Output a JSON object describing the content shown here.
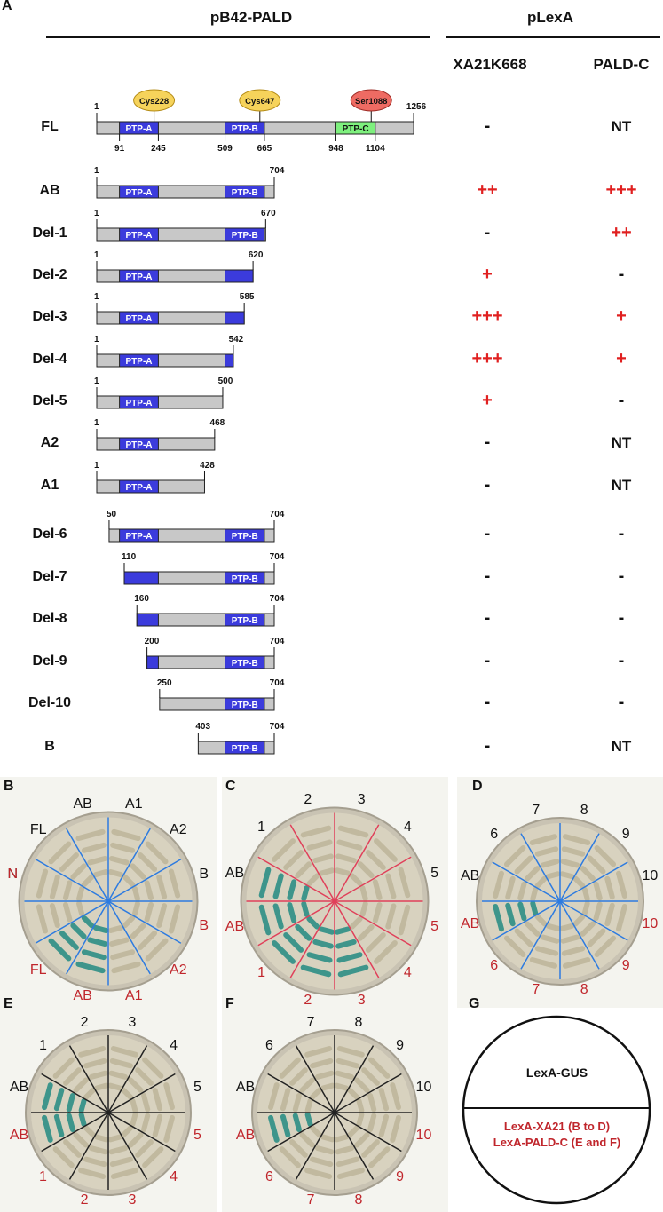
{
  "panel_a": {
    "letter": "A",
    "header_left": "pB42-PALD",
    "header_right": "pLexA",
    "col1": "XA21K668",
    "col2": "PALD-C",
    "features": {
      "cys1": "Cys228",
      "cys2": "Cys647",
      "ser": "Ser1088"
    },
    "colors": {
      "positive": "#e02020",
      "negative": "#111111",
      "domain_blue": "#3b3bdc",
      "domain_green": "#7ef07e",
      "bar_gray": "#c8c8c8"
    },
    "rows": [
      {
        "name": "FL",
        "start": 1,
        "end": 1256,
        "domains": [
          {
            "from": 91,
            "to": 245,
            "label": "PTP-A",
            "color": "blue"
          },
          {
            "from": 509,
            "to": 665,
            "label": "PTP-B",
            "color": "blue"
          },
          {
            "from": 948,
            "to": 1104,
            "label": "PTP-C",
            "color": "green"
          }
        ],
        "xa21": "-",
        "paldc": "NT"
      },
      {
        "name": "AB",
        "start": 1,
        "end": 704,
        "domains": [
          {
            "from": 91,
            "to": 245,
            "label": "PTP-A",
            "color": "blue"
          },
          {
            "from": 509,
            "to": 665,
            "label": "PTP-B",
            "color": "blue"
          }
        ],
        "xa21": "++",
        "paldc": "+++"
      },
      {
        "name": "Del-1",
        "start": 1,
        "end": 670,
        "domains": [
          {
            "from": 91,
            "to": 245,
            "label": "PTP-A",
            "color": "blue"
          },
          {
            "from": 509,
            "to": 665,
            "label": "PTP-B",
            "color": "blue"
          }
        ],
        "xa21": "-",
        "paldc": "++"
      },
      {
        "name": "Del-2",
        "start": 1,
        "end": 620,
        "domains": [
          {
            "from": 91,
            "to": 245,
            "label": "PTP-A",
            "color": "blue"
          },
          {
            "from": 509,
            "to": 620,
            "label": "",
            "color": "blue"
          }
        ],
        "xa21": "+",
        "paldc": "-"
      },
      {
        "name": "Del-3",
        "start": 1,
        "end": 585,
        "domains": [
          {
            "from": 91,
            "to": 245,
            "label": "PTP-A",
            "color": "blue"
          },
          {
            "from": 509,
            "to": 585,
            "label": "",
            "color": "blue"
          }
        ],
        "xa21": "+++",
        "paldc": "+"
      },
      {
        "name": "Del-4",
        "start": 1,
        "end": 542,
        "domains": [
          {
            "from": 91,
            "to": 245,
            "label": "PTP-A",
            "color": "blue"
          },
          {
            "from": 509,
            "to": 542,
            "label": "",
            "color": "blue"
          }
        ],
        "xa21": "+++",
        "paldc": "+"
      },
      {
        "name": "Del-5",
        "start": 1,
        "end": 500,
        "domains": [
          {
            "from": 91,
            "to": 245,
            "label": "PTP-A",
            "color": "blue"
          }
        ],
        "xa21": "+",
        "paldc": "-"
      },
      {
        "name": "A2",
        "start": 1,
        "end": 468,
        "domains": [
          {
            "from": 91,
            "to": 245,
            "label": "PTP-A",
            "color": "blue"
          }
        ],
        "xa21": "-",
        "paldc": "NT"
      },
      {
        "name": "A1",
        "start": 1,
        "end": 428,
        "domains": [
          {
            "from": 91,
            "to": 245,
            "label": "PTP-A",
            "color": "blue"
          }
        ],
        "xa21": "-",
        "paldc": "NT"
      },
      {
        "name": "Del-6",
        "start": 50,
        "end": 704,
        "domains": [
          {
            "from": 91,
            "to": 245,
            "label": "PTP-A",
            "color": "blue"
          },
          {
            "from": 509,
            "to": 665,
            "label": "PTP-B",
            "color": "blue"
          }
        ],
        "xa21": "-",
        "paldc": "-"
      },
      {
        "name": "Del-7",
        "start": 110,
        "end": 704,
        "domains": [
          {
            "from": 110,
            "to": 245,
            "label": "",
            "color": "blue"
          },
          {
            "from": 509,
            "to": 665,
            "label": "PTP-B",
            "color": "blue"
          }
        ],
        "xa21": "-",
        "paldc": "-"
      },
      {
        "name": "Del-8",
        "start": 160,
        "end": 704,
        "domains": [
          {
            "from": 160,
            "to": 245,
            "label": "",
            "color": "blue"
          },
          {
            "from": 509,
            "to": 665,
            "label": "PTP-B",
            "color": "blue"
          }
        ],
        "xa21": "-",
        "paldc": "-"
      },
      {
        "name": "Del-9",
        "start": 200,
        "end": 704,
        "domains": [
          {
            "from": 200,
            "to": 245,
            "label": "",
            "color": "blue"
          },
          {
            "from": 509,
            "to": 665,
            "label": "PTP-B",
            "color": "blue"
          }
        ],
        "xa21": "-",
        "paldc": "-"
      },
      {
        "name": "Del-10",
        "start": 250,
        "end": 704,
        "domains": [
          {
            "from": 509,
            "to": 665,
            "label": "PTP-B",
            "color": "blue"
          }
        ],
        "xa21": "-",
        "paldc": "-"
      },
      {
        "name": "B",
        "start": 403,
        "end": 704,
        "domains": [
          {
            "from": 509,
            "to": 665,
            "label": "PTP-B",
            "color": "blue"
          }
        ],
        "xa21": "-",
        "paldc": "NT"
      }
    ]
  },
  "plates": [
    {
      "letter": "B",
      "black": [
        "AB",
        "A1",
        "A2",
        "B",
        "N",
        "FL"
      ],
      "red": [
        "N",
        "B",
        "FL",
        "A2",
        "AB",
        "A1"
      ]
    },
    {
      "letter": "C",
      "black": [
        "1",
        "2",
        "3",
        "4",
        "5",
        "AB"
      ],
      "red": [
        "AB",
        "5",
        "1",
        "4",
        "2",
        "3"
      ]
    },
    {
      "letter": "D",
      "black": [
        "6",
        "7",
        "8",
        "9",
        "10",
        "AB"
      ],
      "red": [
        "AB",
        "10",
        "6",
        "9",
        "7",
        "8"
      ]
    },
    {
      "letter": "E",
      "black": [
        "1",
        "2",
        "3",
        "4",
        "5",
        "AB"
      ],
      "red": [
        "AB",
        "5",
        "1",
        "4",
        "2",
        "3"
      ]
    },
    {
      "letter": "F",
      "black": [
        "6",
        "7",
        "8",
        "9",
        "10",
        "AB"
      ],
      "red": [
        "AB",
        "10",
        "6",
        "9",
        "7",
        "8"
      ]
    }
  ],
  "panel_g": {
    "letter": "G",
    "top": "LexA-GUS",
    "bottom_line1": "LexA-XA21 (B to D)",
    "bottom_line2": "LexA-PALD-C (E and F)"
  }
}
